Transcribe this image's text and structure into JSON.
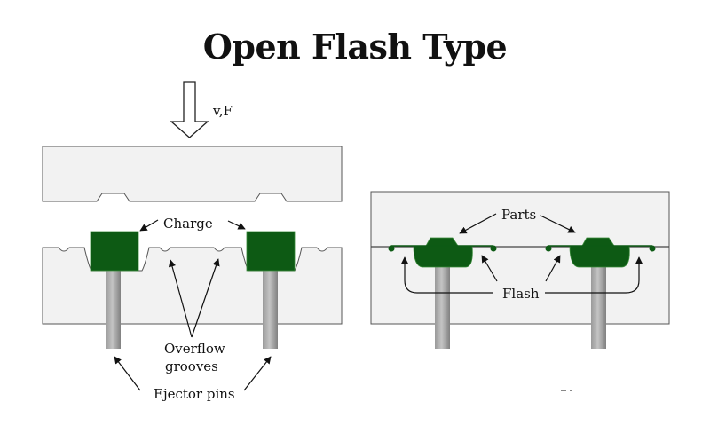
{
  "title": "Open Flash Type",
  "force_label": "v,F",
  "left_panel": {
    "charge_label": "Charge",
    "overflow_label_line1": "Overflow",
    "overflow_label_line2": "grooves",
    "ejector_label": "Ejector pins"
  },
  "right_panel": {
    "parts_label": "Parts",
    "flash_label": "Flash"
  },
  "colors": {
    "mold": "#f2f2f2",
    "outline": "#555555",
    "charge": "#0d5a14",
    "pin_light": "#b8b8b8",
    "pin_dark": "#8a8a8a"
  }
}
